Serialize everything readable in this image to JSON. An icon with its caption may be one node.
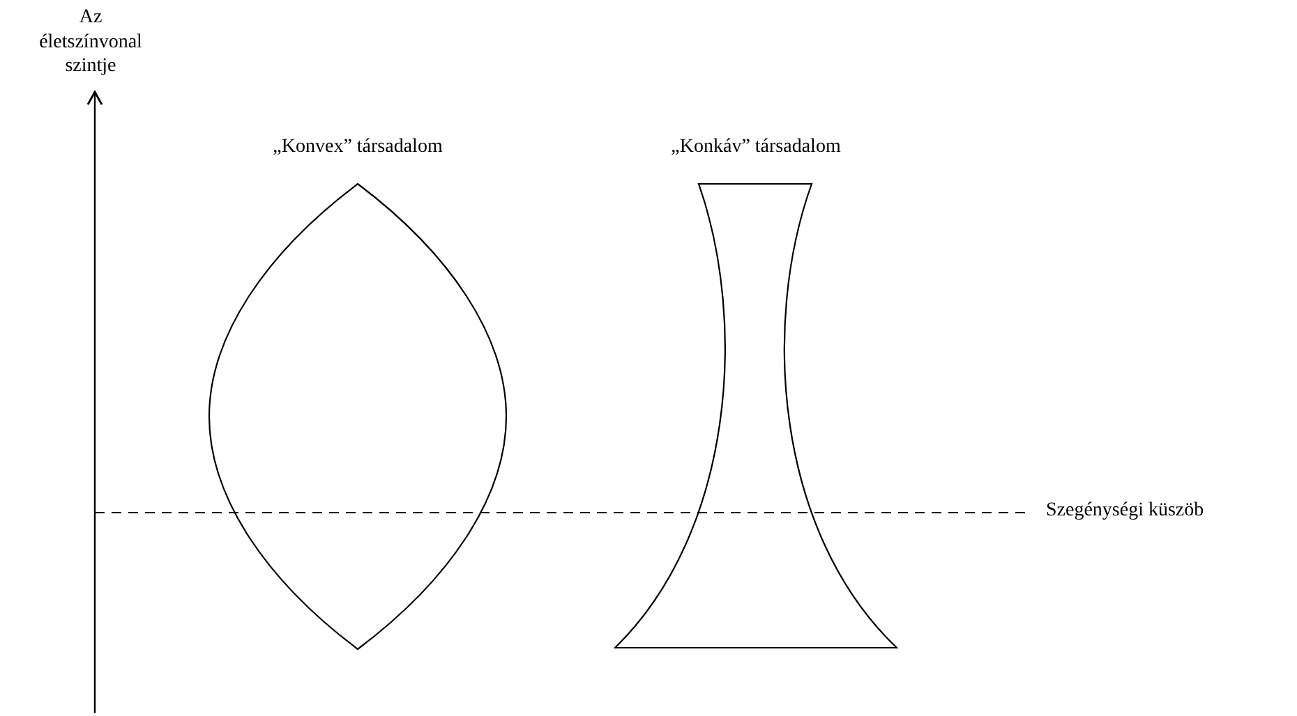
{
  "diagram": {
    "nodes": [
      {
        "text": [
          "„Konvex” társadalom"
        ]
      },
      {
        "text": [
          "„Konkáv” társadalom"
        ]
      }
    ],
    "labels": [
      "Az életszínvonal szintje",
      "Szegénységi küszöb"
    ]
  }
}
